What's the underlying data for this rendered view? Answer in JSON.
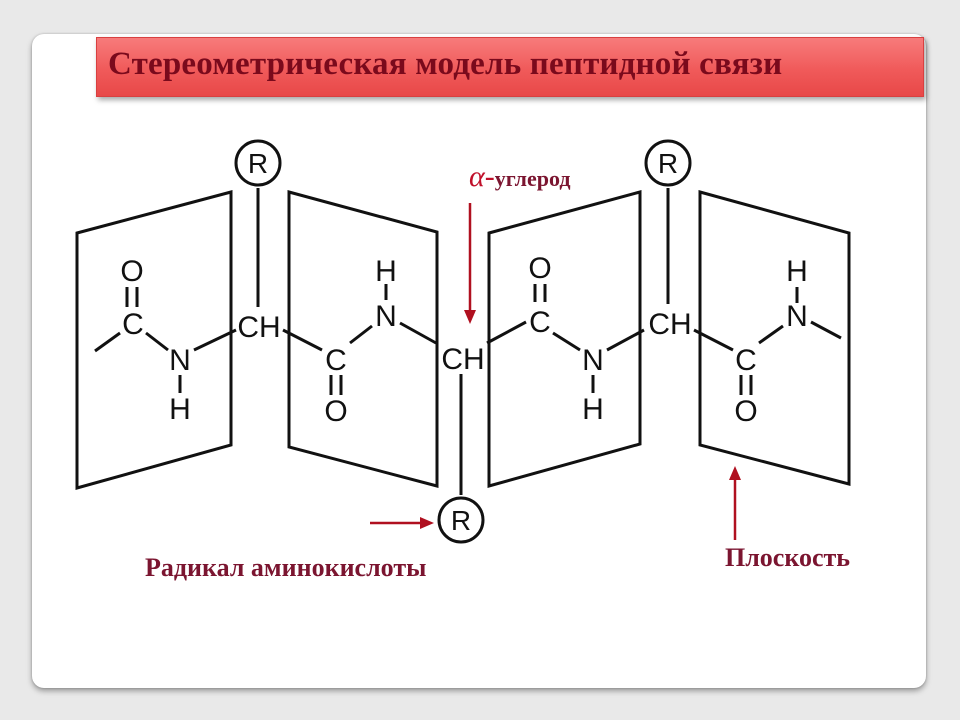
{
  "title": "Стереометрическая  модель пептидной связи",
  "annotations": {
    "alpha_symbol": "α-",
    "alpha_text": "углерод",
    "radical": "Радикал аминокислоты",
    "plane": "Плоскость"
  },
  "chain": {
    "plane1": {
      "o": "O",
      "c": "C",
      "n": "N",
      "h": "H"
    },
    "ch1": "CH",
    "r1": "R",
    "plane2": {
      "h": "H",
      "n": "N",
      "c": "C",
      "o": "O"
    },
    "ch2": "CH",
    "r2": "R",
    "plane3": {
      "o": "O",
      "c": "C",
      "n": "N",
      "h": "H"
    },
    "ch3": "CH",
    "r3": "R",
    "plane4": {
      "h": "H",
      "n": "N",
      "c": "C",
      "o": "O"
    }
  },
  "colors": {
    "arrow": "#b01020",
    "label": "#7b1530",
    "title_bg": "#f05a5a"
  }
}
